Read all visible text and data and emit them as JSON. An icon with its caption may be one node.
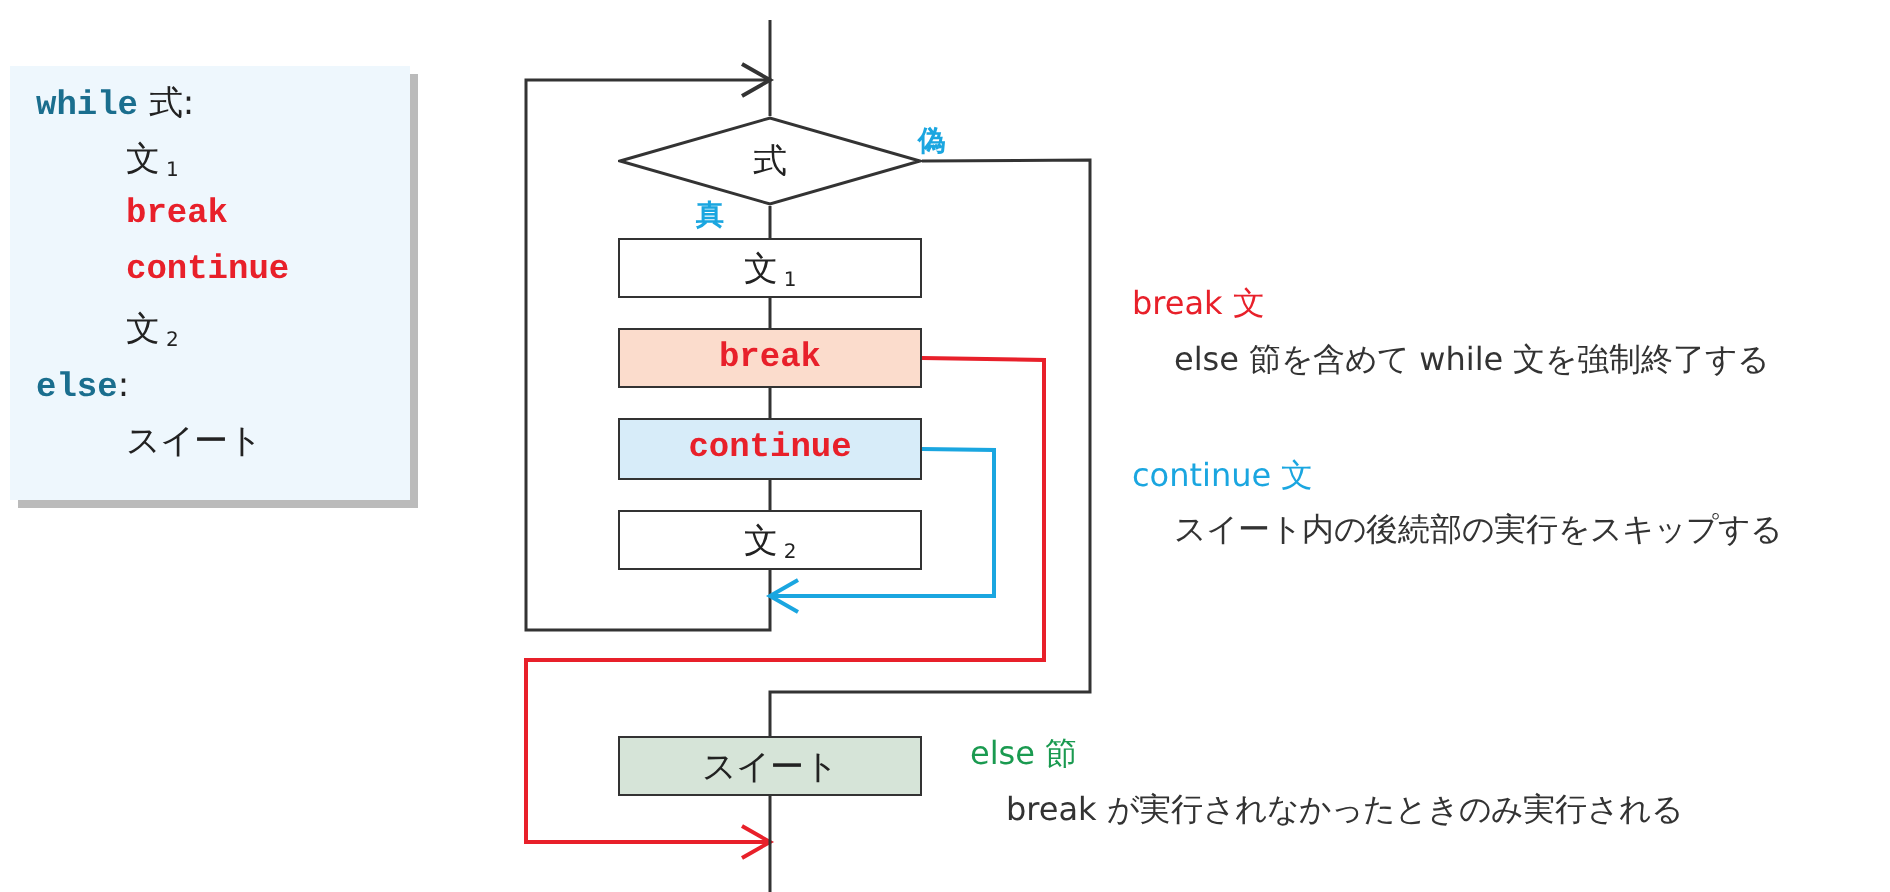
{
  "diagram": {
    "nodes": [
      {
        "text": [
          "**while** 式:",
          "文$_{1}$",
          "break",
          "continue",
          "文$_{2}$",
          "**else**:",
          "スイート"
        ]
      },
      {
        "text": [
          "式"
        ]
      },
      {
        "text": [
          "文$_{1}$"
        ]
      },
      {
        "text": [
          "break"
        ]
      },
      {
        "text": [
          "continue"
        ]
      },
      {
        "text": [
          "文$_{2}$"
        ]
      },
      {
        "text": [
          "スイート"
        ]
      }
    ],
    "edges": [
      {
        "from": null,
        "to": 1,
        "arrow": "none"
      },
      {
        "from": 1,
        "to": 2,
        "arrow": "none",
        "label": "真"
      },
      {
        "from": 2,
        "to": 3,
        "arrow": "none"
      },
      {
        "from": 3,
        "to": 4,
        "arrow": "none"
      },
      {
        "from": 4,
        "to": 5,
        "arrow": "none"
      },
      {
        "from": 5,
        "to": 1,
        "arrow": "to"
      },
      {
        "from": 4,
        "to": 5,
        "arrow": "to",
        "color": "#1aa6e0"
      },
      {
        "from": 1,
        "to": 6,
        "arrow": "none",
        "label": "偽"
      },
      {
        "from": 3,
        "to": 6,
        "arrow": "to",
        "color": "#e8202a"
      },
      {
        "from": 6,
        "to": null,
        "arrow": "none"
      }
    ],
    "labels": [
      "break 文",
      "else 節を含めて while 文を強制終了する",
      "continue 文",
      "スイート内の後続部の実行をスキップする",
      "else 節",
      "break が実行されなかったときのみ実行される"
    ]
  }
}
